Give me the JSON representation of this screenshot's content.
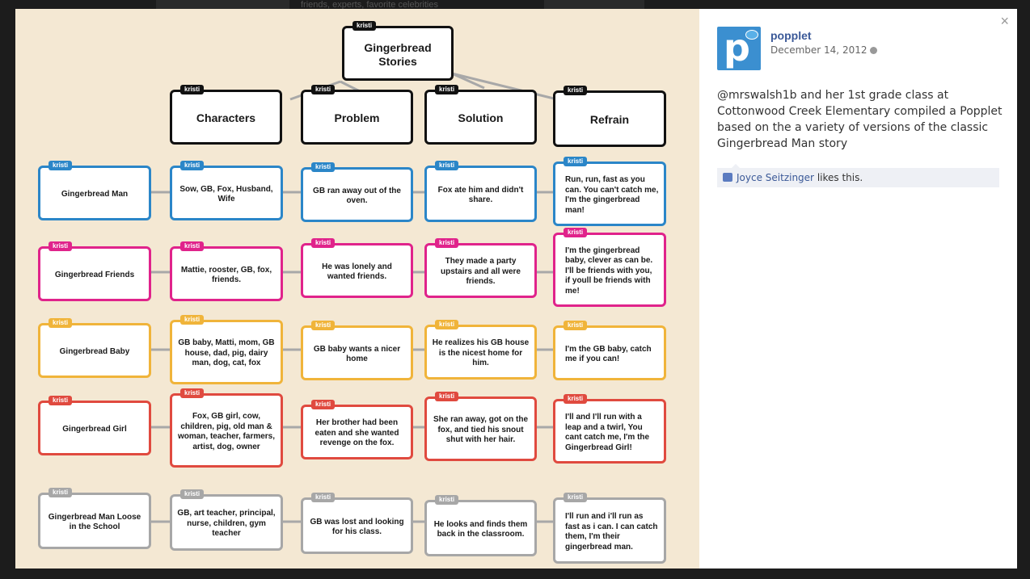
{
  "backdrop": {
    "text": "friends, experts, favorite celebrities"
  },
  "post": {
    "page_name": "popplet",
    "date": "December 14, 2012",
    "text": "@mrswalsh1b and her 1st grade class at Cottonwood Creek Elementary compiled a Popplet based on the a variety of versions of the classic Gingerbread Man story",
    "liker": "Joyce Seitzinger",
    "likes_suffix": "likes this.",
    "close_symbol": "×",
    "avatar_letter": "p"
  },
  "popplet": {
    "author_tag": "kristi",
    "title": "Gingerbread Stories",
    "headers": [
      "Characters",
      "Problem",
      "Solution",
      "Refrain"
    ],
    "rows": [
      {
        "color": "blue",
        "cells": [
          "Gingerbread Man",
          "Sow, GB, Fox, Husband, Wife",
          "GB ran away out of the oven.",
          "Fox ate him and didn't share.",
          "Run, run, fast as you can. You can't catch me, I'm the gingerbread man!"
        ]
      },
      {
        "color": "pink",
        "cells": [
          "Gingerbread Friends",
          "Mattie, rooster, GB, fox, friends.",
          "He was lonely and wanted friends.",
          "They made a party upstairs and all were friends.",
          "I'm the gingerbread baby, clever as can be. I'll be friends with you, if youll be friends with me!"
        ]
      },
      {
        "color": "yellow",
        "cells": [
          "Gingerbread Baby",
          "GB baby, Matti, mom, GB house, dad, pig, dairy man, dog, cat, fox",
          "GB baby wants a nicer home",
          "He realizes his GB house is the nicest home for him.",
          "I'm the GB baby, catch me if you can!"
        ]
      },
      {
        "color": "red",
        "cells": [
          "Gingerbread Girl",
          "Fox, GB girl, cow, children, pig, old man & woman, teacher, farmers, artist, dog, owner",
          "Her brother had been eaten and she wanted revenge on the fox.",
          "She ran away, got on the fox, and tied his snout shut with her hair.",
          "I'll and I'll run with a leap and a twirl, You cant catch me, I'm the Gingerbread Girl!"
        ]
      },
      {
        "color": "gray",
        "cells": [
          "Gingerbread Man Loose in the School",
          "GB, art teacher, principal, nurse, children, gym teacher",
          "GB was lost and looking for his class.",
          "He looks and finds them back in the classroom.",
          "I'll run and i'll run as fast as i can. I can catch them, I'm their gingerbread man."
        ]
      }
    ]
  }
}
